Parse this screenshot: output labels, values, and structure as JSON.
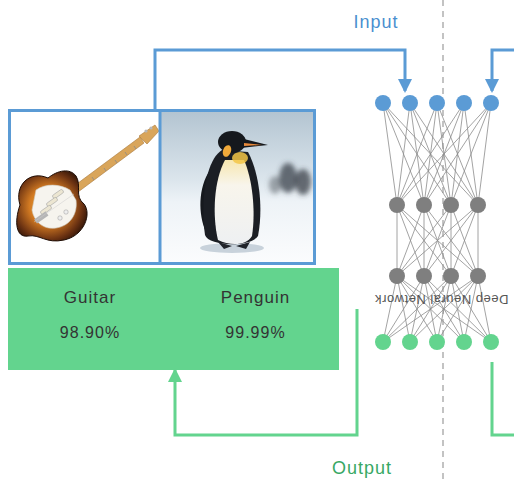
{
  "diagram": {
    "nodes": [
      {
        "text": [
          "Guitar",
          "98.90%",
          "Penguin",
          "99.99%"
        ]
      },
      {
        "text": [
          "Deep Neural Network"
        ]
      }
    ],
    "edges": [
      {
        "from": 1,
        "to": 0,
        "arrow": "to"
      }
    ],
    "labels": [
      "Input",
      "Output"
    ]
  }
}
